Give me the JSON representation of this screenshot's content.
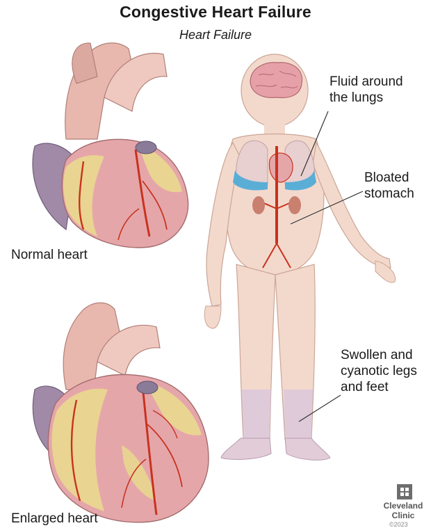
{
  "title": "Congestive Heart Failure",
  "subtitle": "Heart Failure",
  "labels": {
    "normal_heart": "Normal heart",
    "enlarged_heart": "Enlarged heart",
    "fluid_lungs": "Fluid around\nthe lungs",
    "bloated_stomach": "Bloated\nstomach",
    "swollen_legs": "Swollen and\ncyanotic legs\nand feet"
  },
  "logo": {
    "name": "Cleveland\nClinic",
    "copyright": "©2023"
  },
  "colors": {
    "skin": "#f3d9cc",
    "heart_muscle": "#e3a0a4",
    "fat": "#e9d98e",
    "vessel": "#c8321e",
    "fluid": "#5aaed6",
    "cyanotic": "#c9b8d0"
  }
}
